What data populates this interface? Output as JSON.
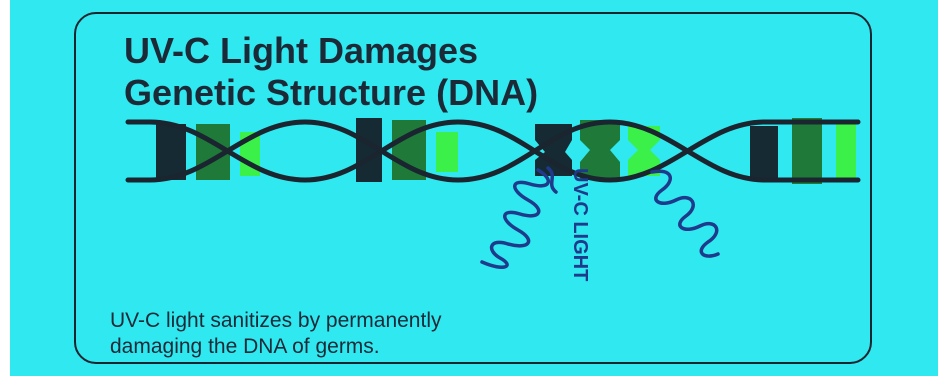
{
  "title": {
    "line1": "UV-C Light Damages",
    "line2": "Genetic Structure (DNA)"
  },
  "uv_label": "UV-C LIGHT",
  "caption": {
    "line1": "UV-C light sanitizes by permanently",
    "line2": "damaging the DNA of germs."
  },
  "colors": {
    "background": "#2fe8f0",
    "text": "#1c2a38",
    "strand": "#1a2530",
    "base_dark": "#152a33",
    "base_green": "#1f7a3a",
    "base_lime": "#3cf04a",
    "uv_wave": "#1f3a8a"
  }
}
